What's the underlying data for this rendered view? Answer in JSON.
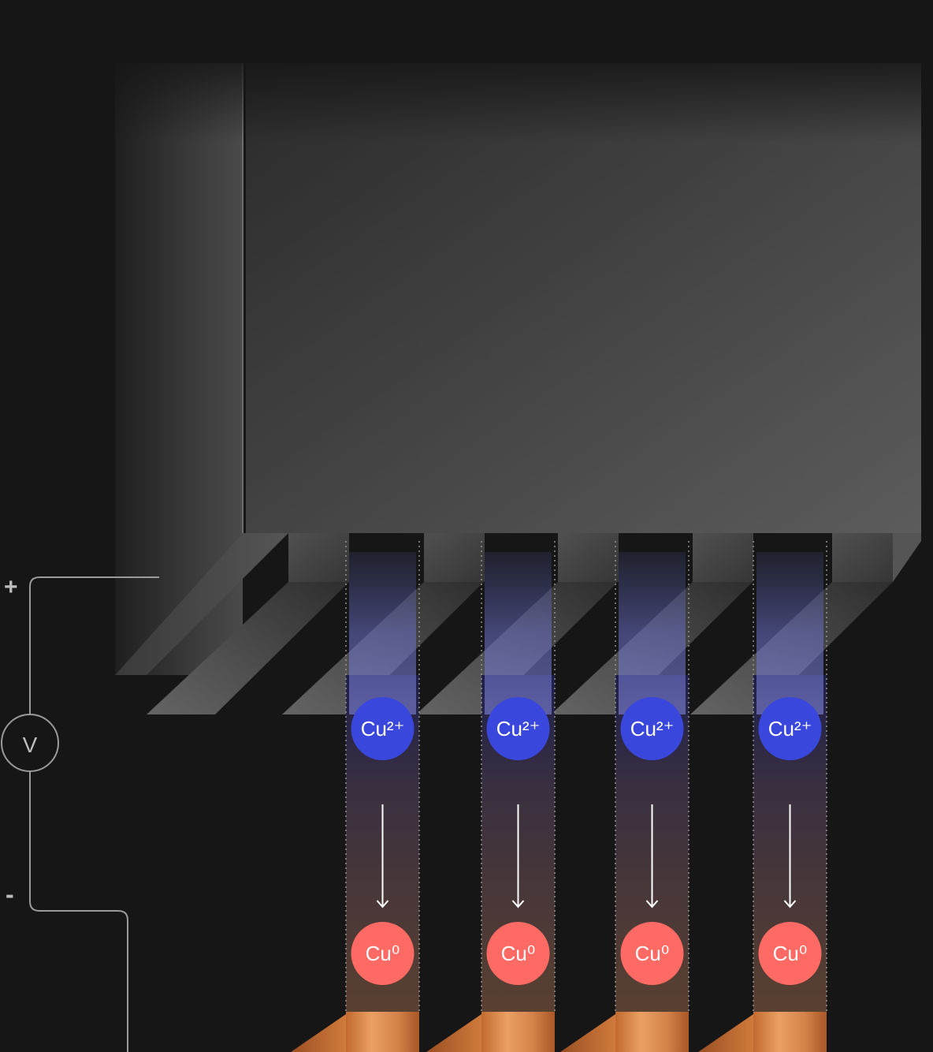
{
  "circuit": {
    "positive_label": "+",
    "negative_label": "-",
    "voltmeter_label": "V"
  },
  "ion_label": "Cu²⁺",
  "deposit_label": "Cu⁰",
  "channel_count": 4,
  "colors": {
    "background": "#161616",
    "ion": "#3a47dd",
    "deposit": "#ff6b64",
    "copper_light": "#e89a5e",
    "copper_dark": "#b0612d",
    "wire": "#9a9a9a",
    "channel_glow": "#5a5fb0"
  }
}
